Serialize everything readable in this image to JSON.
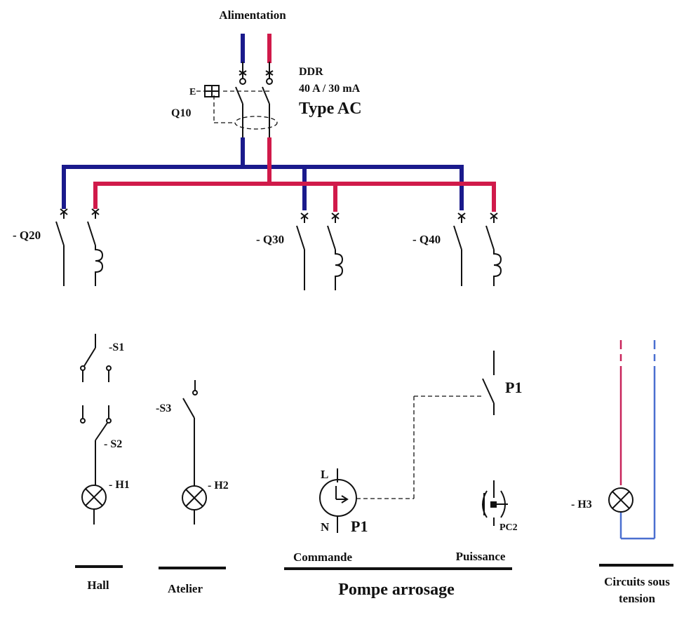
{
  "header": {
    "supply_label": "Alimentation"
  },
  "main_breaker": {
    "ref": "Q10",
    "name": "DDR",
    "rating": "40 A / 30 mA",
    "type": "Type AC",
    "test_mark": "E"
  },
  "breakers": {
    "q20": "- Q20",
    "q30": "- Q30",
    "q40": "- Q40"
  },
  "devices": {
    "s1": "-S1",
    "s2": "- S2",
    "s3": "-S3",
    "h1": "- H1",
    "h2": "- H2",
    "h3": "- H3",
    "p1_contact": "P1",
    "p1_timer": "P1",
    "timer_l": "L",
    "timer_n": "N",
    "pc2": "PC2"
  },
  "circuits": {
    "hall": "Hall",
    "atelier": "Atelier",
    "commande": "Commande",
    "puissance": "Puissance",
    "pompe": "Pompe arrosage",
    "live_line1": "Circuits sous",
    "live_line2": "tension"
  },
  "colors": {
    "neutral": "#1a1a8c",
    "phase": "#d01a4a",
    "neutral_thin": "#4a6fd0",
    "line": "#111111"
  }
}
